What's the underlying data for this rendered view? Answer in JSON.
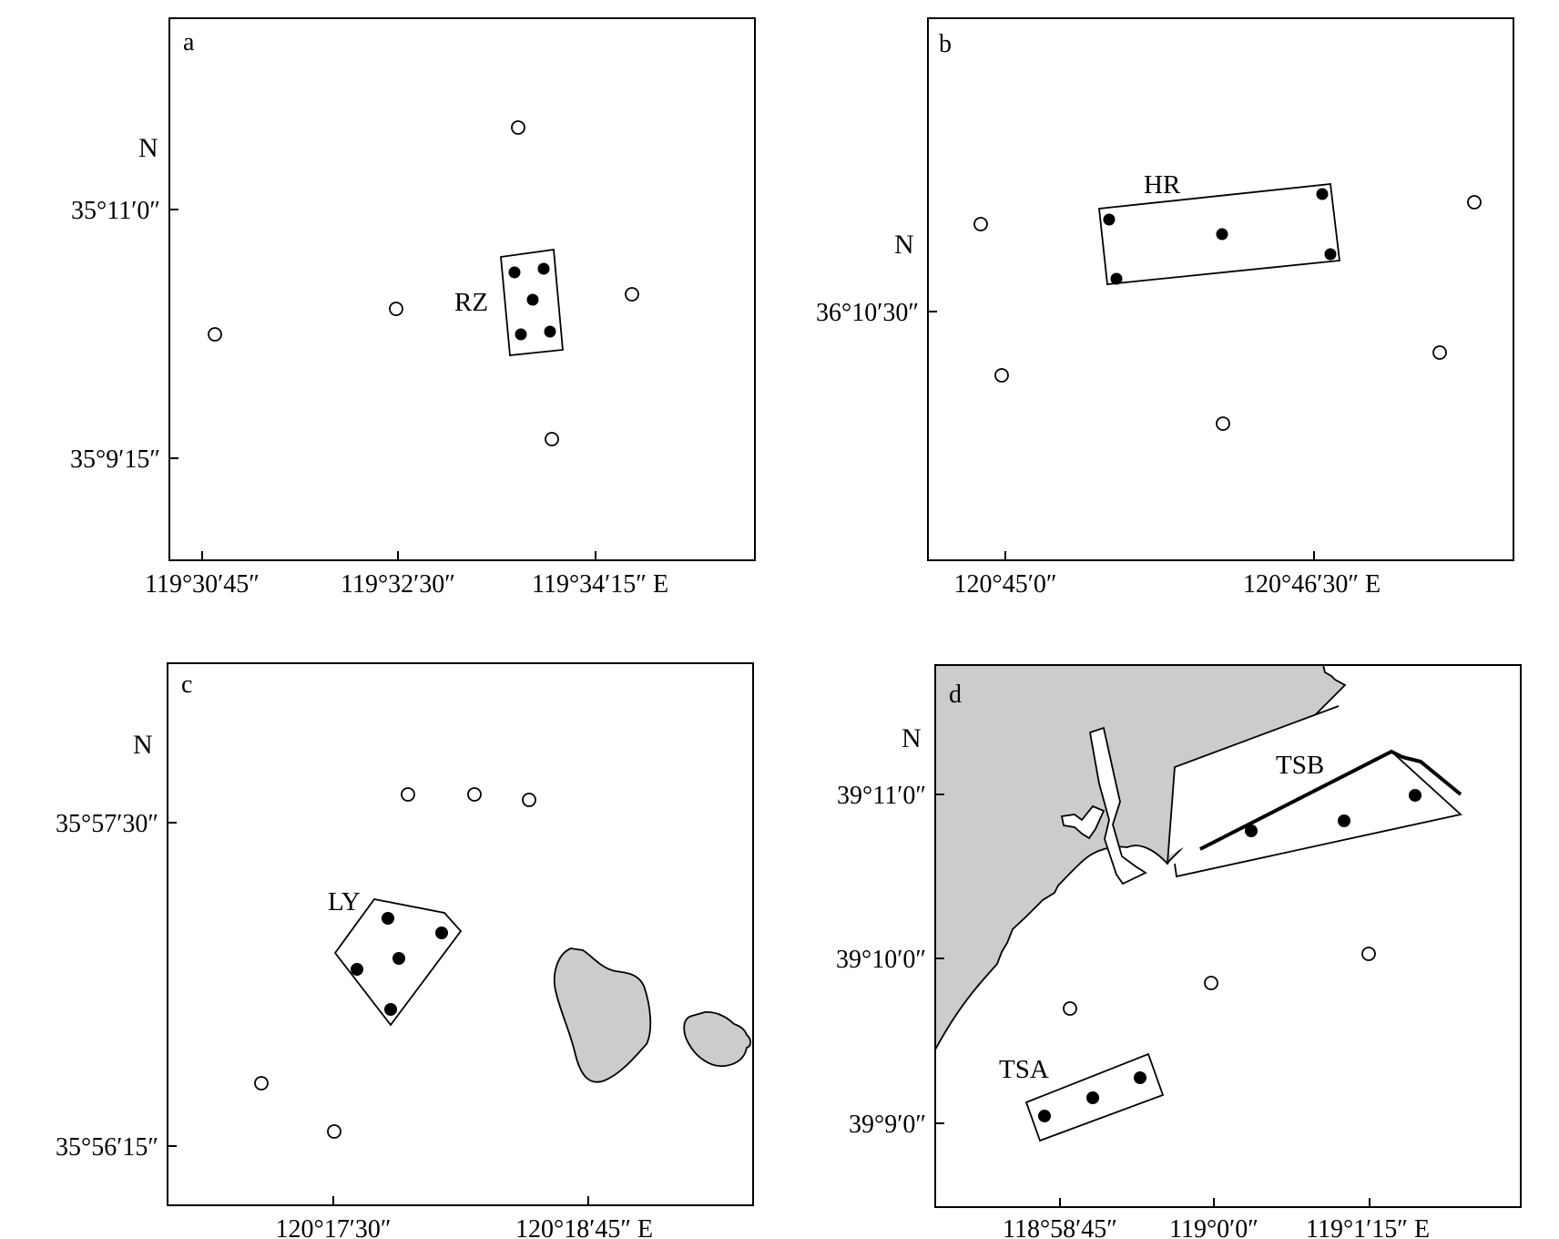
{
  "panels": {
    "a": {
      "letter": "a",
      "north_label": "N",
      "site_label": "RZ",
      "x_ticks": [
        "119°30′45″",
        "119°32′30″",
        "119°34′15″ E"
      ],
      "y_ticks": [
        "35°11′0″",
        "35°9′15″"
      ]
    },
    "b": {
      "letter": "b",
      "north_label": "N",
      "site_label": "HR",
      "x_ticks": [
        "120°45′0″",
        "120°46′30″ E"
      ],
      "y_ticks": [
        "36°10′30″"
      ]
    },
    "c": {
      "letter": "c",
      "north_label": "N",
      "site_label": "LY",
      "x_ticks": [
        "120°17′30″",
        "120°18′45″ E"
      ],
      "y_ticks": [
        "35°57′30″",
        "35°56′15″"
      ]
    },
    "d": {
      "letter": "d",
      "north_label": "N",
      "site_labels": [
        "TSB",
        "TSA"
      ],
      "x_ticks": [
        "118°58′45″",
        "119°0′0″",
        "119°1′15″ E"
      ],
      "y_ticks": [
        "39°11′0″",
        "39°10′0″",
        "39°9′0″"
      ]
    }
  },
  "legend_semantics": {
    "filled_circle": "station inside marked area",
    "open_circle": "station outside marked area",
    "grey_fill_color": "#cccccc"
  }
}
